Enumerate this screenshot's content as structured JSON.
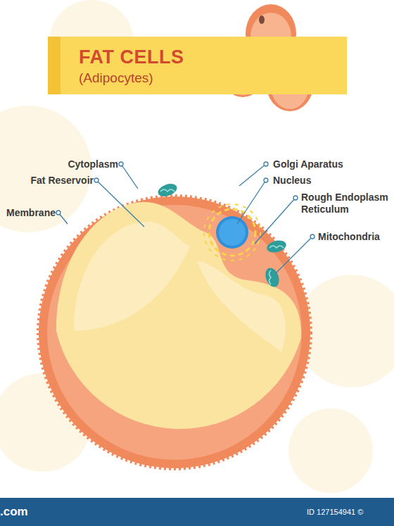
{
  "diagram": {
    "title": "FAT CELLS",
    "labels": [
      "(Adipocytes)",
      "Cytoplasm",
      "Fat Reservoir",
      "Membrane",
      "Golgi Aparatus",
      "Nucleus",
      "Rough Endoplasm Reticulum",
      "Mitochondria",
      ".com",
      "ID 127154941 ©"
    ]
  }
}
